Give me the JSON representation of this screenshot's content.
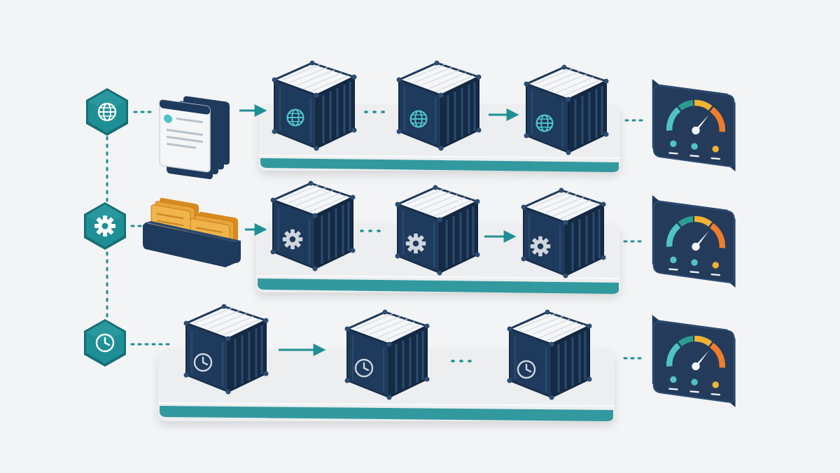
{
  "colors": {
    "background": "#f3f4f5",
    "navy": "#1e3a5c",
    "navy_dark": "#152b45",
    "navy_light": "#2a4a70",
    "teal": "#1f8f96",
    "teal_light": "#4fc3c7",
    "platform": "#eceeef",
    "platform_edge": "#1f8f96",
    "amber": "#e8a53a",
    "orange": "#ef7d2a",
    "yellow": "#f2b233",
    "paper": "#f4f6f8"
  },
  "rows": [
    {
      "id": "web",
      "icon": "globe-icon",
      "source": "document-stack",
      "connectors": [
        "arrow",
        "dots",
        "arrow"
      ],
      "container_count": 3
    },
    {
      "id": "worker",
      "icon": "gear-icon",
      "source": "card-tray",
      "connectors": [
        "arrow",
        "dots",
        "arrow"
      ],
      "container_count": 3
    },
    {
      "id": "scheduled",
      "icon": "clock-icon",
      "source": "none",
      "connectors": [
        "dots",
        "arrow",
        "dots"
      ],
      "container_count": 3
    }
  ],
  "monitor": {
    "icon": "gauge-icon",
    "arc_colors": [
      "#4fc3c7",
      "#2a9d8f",
      "#f2b233",
      "#ef7d2a"
    ],
    "dot_colors": [
      "#4fc3c7",
      "#4fc3c7",
      "#f2b233"
    ]
  }
}
